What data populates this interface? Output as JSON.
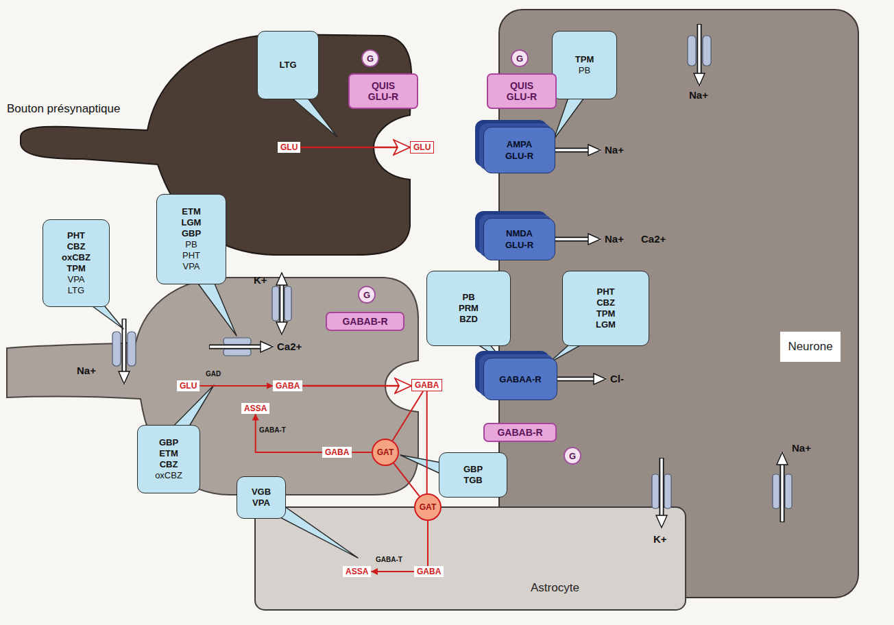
{
  "diagram": {
    "nodes": [
      {
        "text": [
          "LTG"
        ]
      },
      {
        "text": [
          "TPM",
          "PB"
        ]
      },
      {
        "text": [
          "G"
        ]
      },
      {
        "text": [
          "QUIS GLU-R"
        ]
      },
      {
        "text": [
          "G"
        ]
      },
      {
        "text": [
          "QUIS GLU-R"
        ]
      },
      {
        "text": [
          "GLU"
        ]
      },
      {
        "text": [
          "GLU"
        ]
      },
      {
        "text": [
          "AMPA",
          "GLU-R"
        ]
      },
      {
        "text": [
          "ETM",
          "LGM",
          "GBP",
          "PB",
          "PHT",
          "VPA"
        ]
      },
      {
        "text": [
          "PHT",
          "CBZ",
          "oxCBZ",
          "TPM",
          "VPA",
          "LTG"
        ]
      },
      {
        "text": [
          "NMDA",
          "GLU-R"
        ]
      },
      {
        "text": [
          "PB",
          "PRM",
          "BZD"
        ]
      },
      {
        "text": [
          "PHT",
          "CBZ",
          "TPM",
          "LGM"
        ]
      },
      {
        "text": [
          "G"
        ]
      },
      {
        "text": [
          "GABAB-R"
        ]
      },
      {
        "text": [
          "GLU"
        ]
      },
      {
        "text": [
          "GABA"
        ]
      },
      {
        "text": [
          "GABA"
        ]
      },
      {
        "text": [
          "GABAA-R"
        ]
      },
      {
        "text": [
          "Neurone"
        ]
      },
      {
        "text": [
          "ASSA"
        ]
      },
      {
        "text": [
          "GBP",
          "ETM",
          "CBZ",
          "oxCBZ"
        ]
      },
      {
        "text": [
          "GABA"
        ]
      },
      {
        "text": [
          "GAT"
        ]
      },
      {
        "text": [
          "GBP",
          "TGB"
        ]
      },
      {
        "text": [
          "GABAB-R"
        ]
      },
      {
        "text": [
          "G"
        ]
      },
      {
        "text": [
          "GAT"
        ]
      },
      {
        "text": [
          "VGB",
          "VPA"
        ]
      },
      {
        "text": [
          "Astrocyte"
        ]
      },
      {
        "text": [
          "ASSA"
        ],
        "in": 30
      },
      {
        "text": [
          "GABA"
        ],
        "in": 30
      }
    ],
    "edges": [
      {
        "from": 6,
        "to": 7,
        "arrow": "to"
      },
      {
        "from": 16,
        "to": 17,
        "label": "GAD",
        "arrow": "to"
      },
      {
        "from": 17,
        "to": 18,
        "arrow": "to"
      },
      {
        "from": 18,
        "to": 24,
        "arrow": "none"
      },
      {
        "from": 24,
        "to": 23,
        "arrow": "none"
      },
      {
        "from": 23,
        "to": 21,
        "label": "GABA-T",
        "arrow": "to"
      },
      {
        "from": 18,
        "to": 28,
        "arrow": "none"
      },
      {
        "from": 24,
        "to": 28,
        "arrow": "none"
      },
      {
        "from": 28,
        "to": 32,
        "arrow": "none"
      },
      {
        "from": 32,
        "to": 31,
        "label": "GABA-T",
        "arrow": "to"
      }
    ],
    "labels": [
      "Bouton présynaptique",
      "Na+",
      "Na+",
      "Na+",
      "Ca2+",
      "K+",
      "Ca2+",
      "Na+",
      "Cl-",
      "Na+",
      "K+"
    ]
  }
}
